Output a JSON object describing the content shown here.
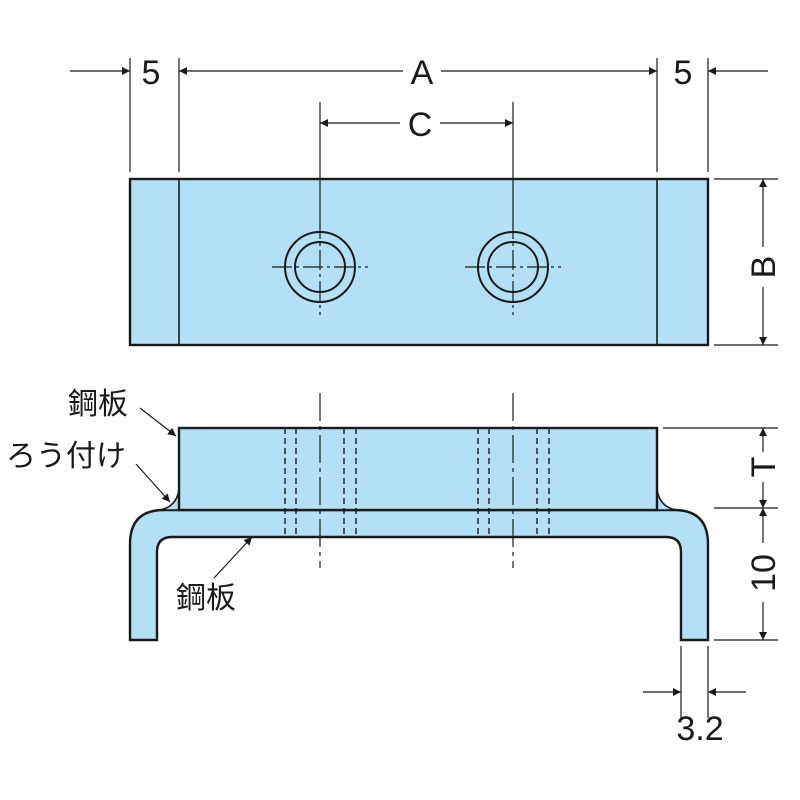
{
  "dimensions": {
    "left_margin": "5",
    "overall_length": "A",
    "right_margin": "5",
    "hole_pitch": "C",
    "width": "B",
    "thickness": "T",
    "leg_height": "10",
    "plate_thickness": "3.2"
  },
  "labels": {
    "top_plate": "鋼板",
    "brazing": "ろう付け",
    "bottom_plate": "鋼板"
  },
  "colors": {
    "part_fill": "#b3e0f7",
    "line": "#1a1a1a"
  }
}
